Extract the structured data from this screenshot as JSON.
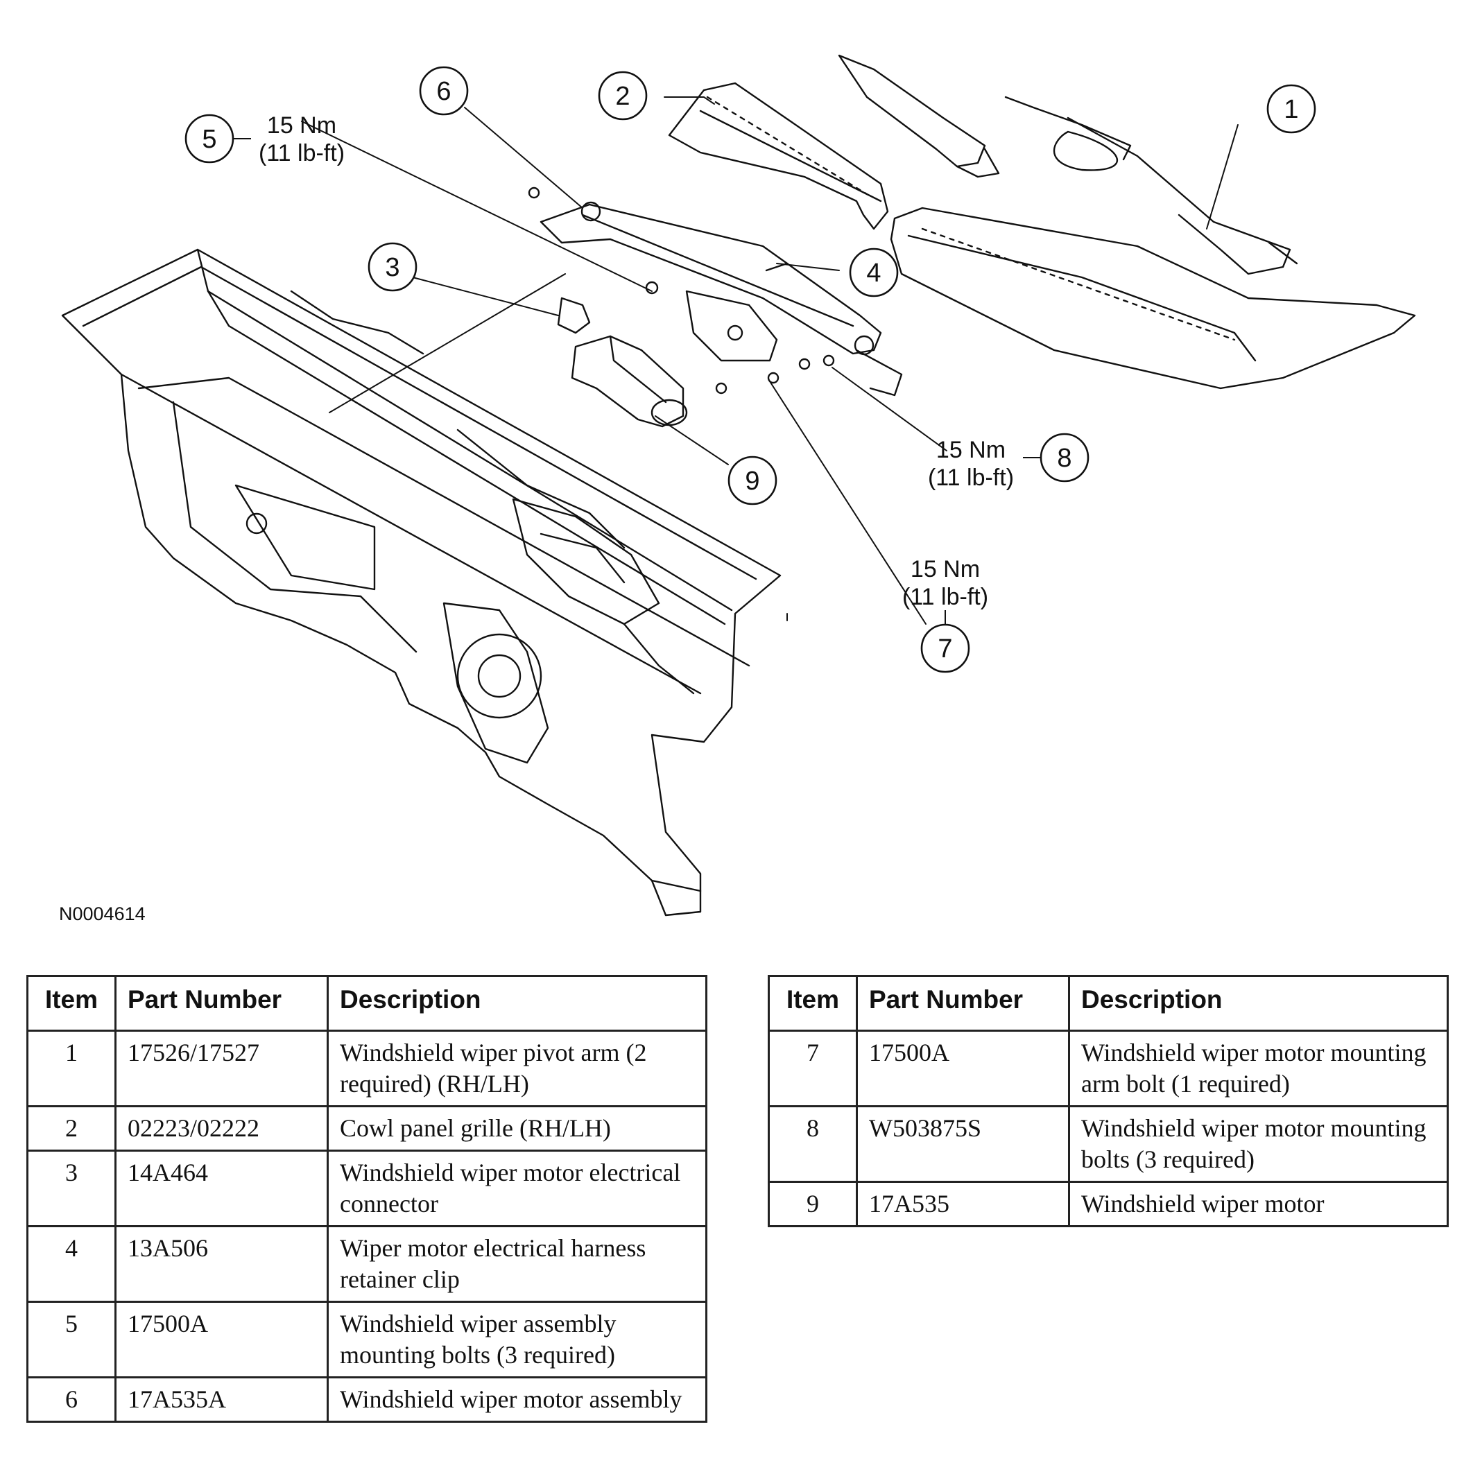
{
  "figure_id": "N0004614",
  "callouts": [
    {
      "num": "1"
    },
    {
      "num": "2"
    },
    {
      "num": "3"
    },
    {
      "num": "4"
    },
    {
      "num": "5"
    },
    {
      "num": "6"
    },
    {
      "num": "7"
    },
    {
      "num": "8"
    },
    {
      "num": "9"
    }
  ],
  "torque_specs": {
    "item5": {
      "metric": "15 Nm",
      "imperial": "(11 lb-ft)"
    },
    "item8": {
      "metric": "15 Nm",
      "imperial": "(11 lb-ft)"
    },
    "item7": {
      "metric": "15 Nm",
      "imperial": "(11 lb-ft)"
    }
  },
  "table_headers": {
    "item": "Item",
    "part_number": "Part Number",
    "description": "Description"
  },
  "parts_left": [
    {
      "item": "1",
      "part_number": "17526/17527",
      "description": "Windshield wiper pivot arm (2 required) (RH/LH)"
    },
    {
      "item": "2",
      "part_number": "02223/02222",
      "description": "Cowl panel grille (RH/LH)"
    },
    {
      "item": "3",
      "part_number": "14A464",
      "description": "Windshield wiper motor electrical connector"
    },
    {
      "item": "4",
      "part_number": "13A506",
      "description": "Wiper motor electrical harness retainer clip"
    },
    {
      "item": "5",
      "part_number": "17500A",
      "description": "Windshield wiper assembly mounting bolts (3 required)"
    },
    {
      "item": "6",
      "part_number": "17A535A",
      "description": "Windshield wiper motor assembly"
    }
  ],
  "parts_right": [
    {
      "item": "7",
      "part_number": "17500A",
      "description": "Windshield wiper motor mounting arm bolt (1 required)"
    },
    {
      "item": "8",
      "part_number": "W503875S",
      "description": "Windshield wiper motor mounting bolts (3 required)"
    },
    {
      "item": "9",
      "part_number": "17A535",
      "description": "Windshield wiper motor"
    }
  ]
}
